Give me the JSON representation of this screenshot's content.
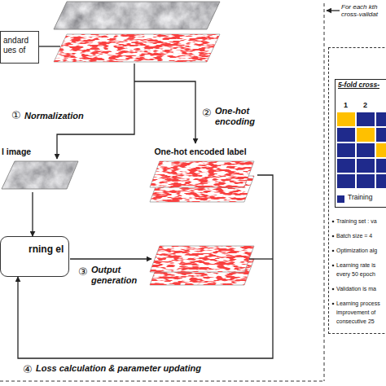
{
  "diagram": {
    "nodes": [
      {
        "text": [
          "andard ues of"
        ]
      },
      {
        "text": [
          "l image"
        ]
      },
      {
        "text": [
          "One-hot encoded label"
        ]
      },
      {
        "text": [
          "rning el"
        ]
      },
      {
        "text": [
          "Training set : va",
          "Batch size = 4",
          "Optimization alg",
          "Learning rate is",
          "every 50 epoch",
          "Validation is ma",
          "Learning process",
          "improvement of",
          "consecutive 25"
        ]
      },
      {
        "text": [
          "5-fold cross-"
        ],
        "in": 4
      }
    ],
    "edges": [
      {
        "from": 1,
        "to": 3,
        "arrow": "to"
      },
      {
        "from": 2,
        "to": 3,
        "arrow": "to"
      }
    ],
    "labels": [
      "For each kth cross-validat",
      "①",
      "Normalization",
      "②",
      "One-hot encoding",
      "③",
      "Output generation",
      "④",
      "Loss calculation & parameter updating",
      "1",
      "2"
    ],
    "legend": [
      {
        "text": "Training",
        "color": "#1f2a8c"
      }
    ]
  }
}
